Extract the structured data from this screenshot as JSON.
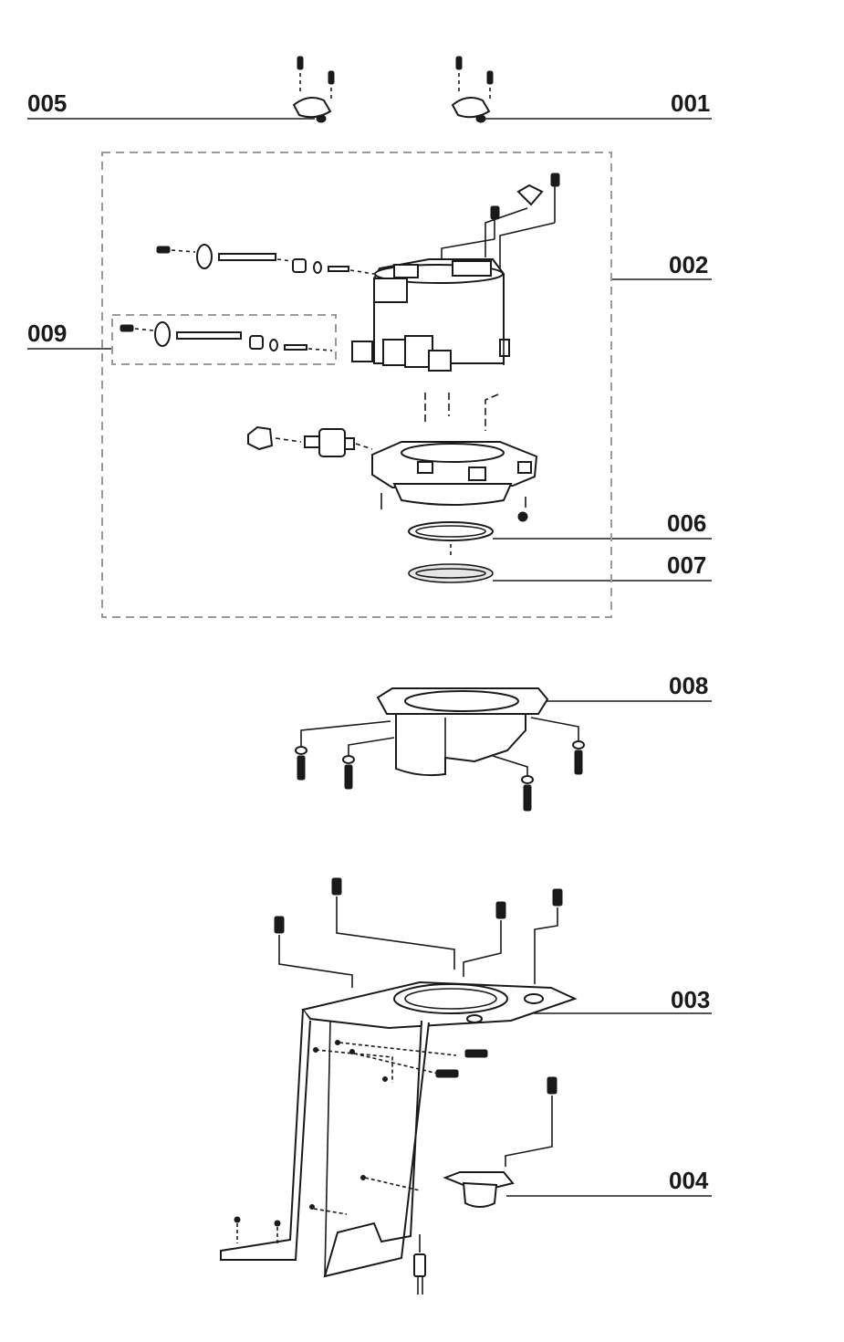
{
  "diagram": {
    "callouts": [
      {
        "id": "005",
        "label": "005"
      },
      {
        "id": "001",
        "label": "001"
      },
      {
        "id": "002",
        "label": "002"
      },
      {
        "id": "009",
        "label": "009"
      },
      {
        "id": "006",
        "label": "006"
      },
      {
        "id": "007",
        "label": "007"
      },
      {
        "id": "008",
        "label": "008"
      },
      {
        "id": "003",
        "label": "003"
      },
      {
        "id": "004",
        "label": "004"
      }
    ]
  }
}
